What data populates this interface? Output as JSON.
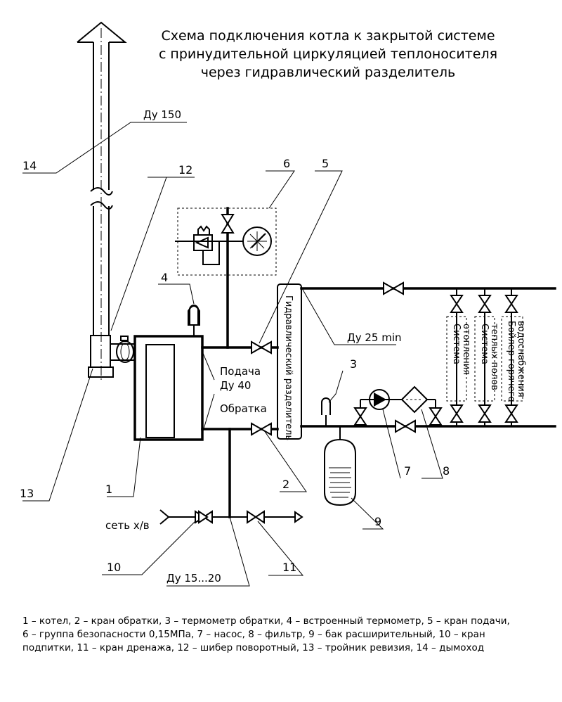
{
  "title": {
    "line1": "Схема подключения котла к закрытой системе",
    "line2": "с принудительной циркуляцией теплоносителя",
    "line3": "через гидравлический разделитель"
  },
  "labels": {
    "du150": "Ду 150",
    "du25": "Ду 25 min",
    "supply": "Подача",
    "du40": "Ду 40",
    "return": "Обратка",
    "water_net": "сеть х/в",
    "du15_20": "Ду 15...20",
    "hydro_separator": "Гидравлический разделитель",
    "heating_line1": "Система",
    "heating_line2": "отопления",
    "floor_line1": "Система",
    "floor_line2": "теплых полов",
    "boiler_line1": "Бойлер горячего",
    "boiler_line2": "водоснабжения"
  },
  "callouts": [
    "1",
    "2",
    "3",
    "4",
    "5",
    "6",
    "7",
    "8",
    "9",
    "10",
    "11",
    "12",
    "13",
    "14"
  ],
  "legend": {
    "line1": "1 – котел, 2 – кран обратки, 3 – термометр обратки, 4 – встроенный термометр, 5 – кран подачи,",
    "line2": "6 – группа безопасности 0,15МПа, 7 – насос, 8 – фильтр, 9 – бак расширительный, 10 – кран",
    "line3": "подпитки, 11 – кран дренажа, 12 – шибер поворотный, 13 – тройник ревизия, 14 – дымоход"
  }
}
